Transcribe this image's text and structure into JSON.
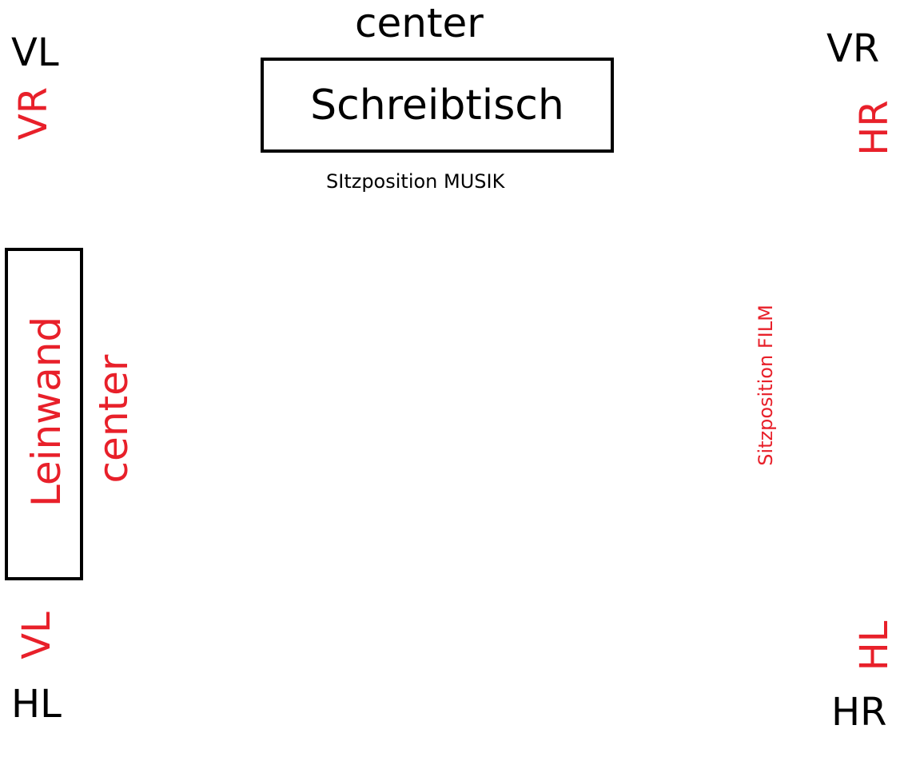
{
  "colors": {
    "black": "#000000",
    "red": "#e8202a"
  },
  "music_setup": {
    "center": "center",
    "desk": "Schreibtisch",
    "seat": "SItzposition MUSIK",
    "front_left": "VL",
    "front_right": "VR",
    "rear_left": "HL",
    "rear_right": "HR"
  },
  "film_setup": {
    "screen": "Leinwand",
    "center": "center",
    "seat": "Sitzposition FILM",
    "front_right": "VR",
    "front_left": "VL",
    "rear_right": "HR",
    "rear_left": "HL"
  }
}
